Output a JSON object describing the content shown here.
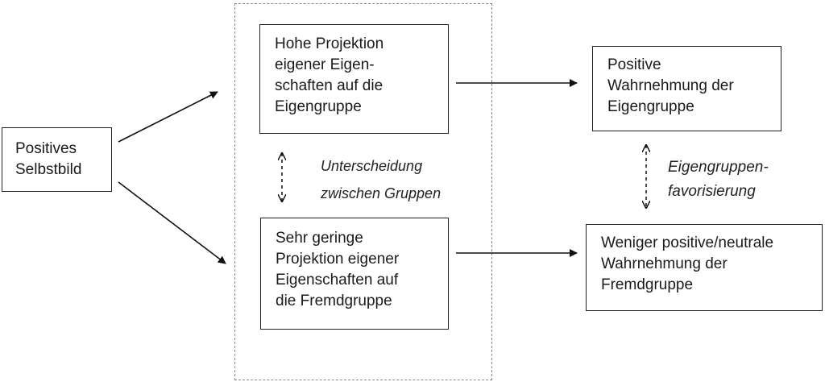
{
  "self_image": [
    "Positives",
    "Selbstbild"
  ],
  "high_projection": [
    "Hohe Projektion",
    "eigener Eigen-",
    "schaften auf die",
    "Eigengruppe"
  ],
  "low_projection": [
    "Sehr geringe",
    "Projektion eigener",
    "Eigenschaften auf",
    "die Fremdgruppe"
  ],
  "positive_perception": [
    "Positive",
    "Wahrnehmung der",
    "Eigengruppe"
  ],
  "neutral_perception": [
    "Weniger positive/neutrale",
    "Wahrnehmung der",
    "Fremdgruppe"
  ],
  "distinction_label": [
    "Unterscheidung",
    "zwischen Gruppen"
  ],
  "favoritism_label": [
    "Eigengruppen-",
    "favorisierung"
  ]
}
